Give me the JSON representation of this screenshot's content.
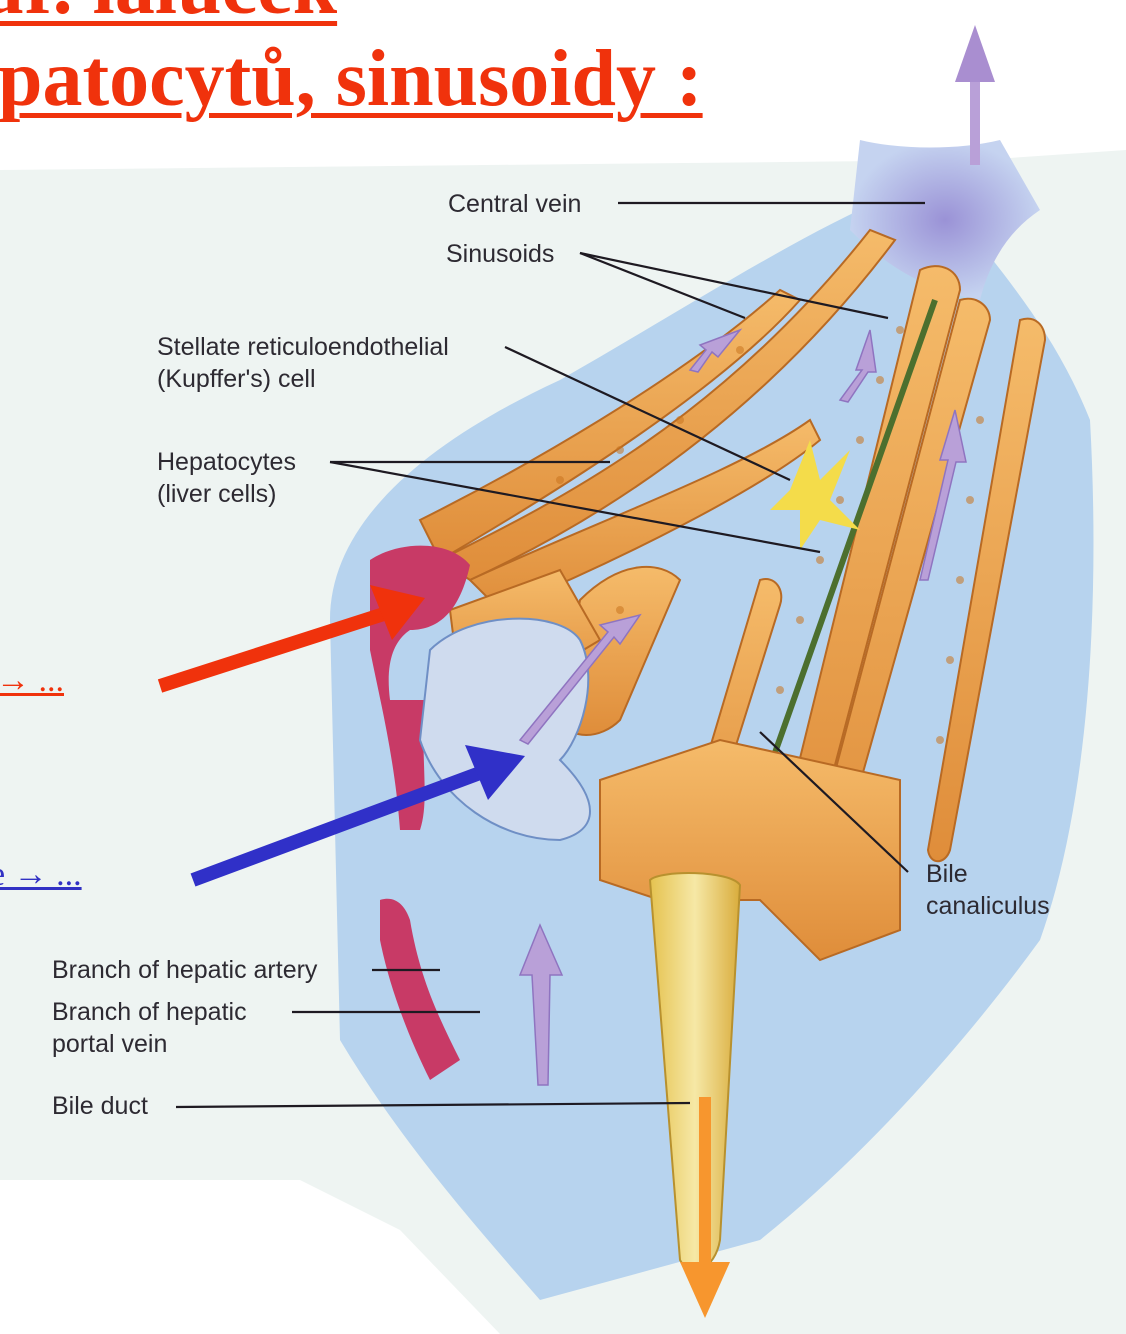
{
  "title": {
    "line1_partial": "ur.  lalůček",
    "line2": "patocytů,  sinusoidy :"
  },
  "labels": {
    "central_vein": "Central vein",
    "sinusoids": "Sinusoids",
    "kupffer_line1": "Stellate reticuloendothelial",
    "kupffer_line2": "(Kupffer's) cell",
    "hepatocytes_line1": "Hepatocytes",
    "hepatocytes_line2": "(liver cells)",
    "bile_canaliculus_line1": "Bile",
    "bile_canaliculus_line2": "canaliculus",
    "hepatic_artery": "Branch of hepatic artery",
    "portal_vein_line1": "Branch of hepatic",
    "portal_vein_line2": "portal vein",
    "bile_duct": "Bile duct"
  },
  "side_notes": {
    "red": "→ ...",
    "blue": "e  → ..."
  },
  "colors": {
    "title": "#f0320c",
    "red_arrow": "#f0320c",
    "blue_arrow": "#3030c8",
    "orange_arrow": "#f7962e",
    "hepatocyte": "#eda04f",
    "sinusoid": "#a9c6ea",
    "artery": "#c83a66",
    "flow_arrow": "#b9a0d8"
  }
}
